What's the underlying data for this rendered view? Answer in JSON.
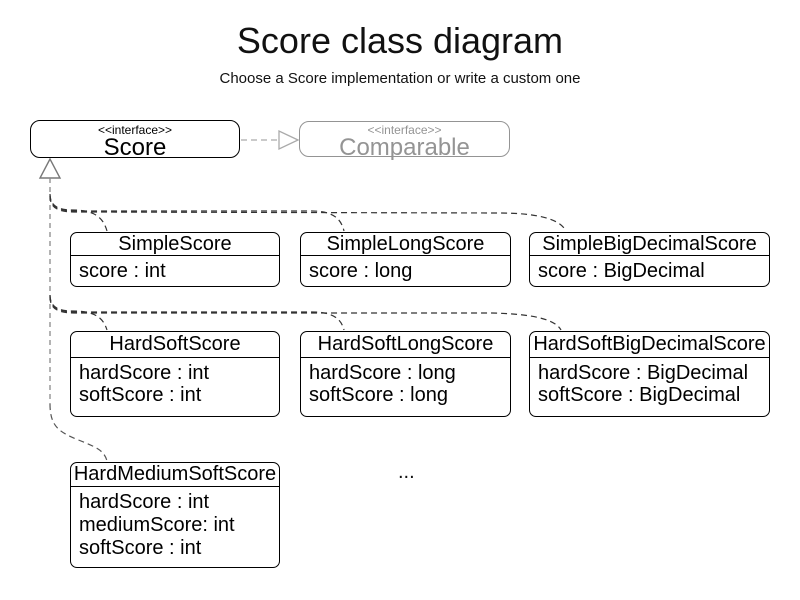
{
  "page": {
    "title": "Score class diagram",
    "subtitle": "Choose a Score implementation or write a custom one"
  },
  "interfaces": [
    {
      "stereotype": "<<interface>>",
      "name": "Score"
    },
    {
      "stereotype": "<<interface>>",
      "name": "Comparable"
    }
  ],
  "classes": [
    {
      "name": "SimpleScore",
      "attributes": [
        "score : int"
      ]
    },
    {
      "name": "SimpleLongScore",
      "attributes": [
        "score : long"
      ]
    },
    {
      "name": "SimpleBigDecimalScore",
      "attributes": [
        "score : BigDecimal"
      ]
    },
    {
      "name": "HardSoftScore",
      "attributes": [
        "hardScore : int",
        "softScore : int"
      ]
    },
    {
      "name": "HardSoftLongScore",
      "attributes": [
        "hardScore : long",
        "softScore : long"
      ]
    },
    {
      "name": "HardSoftBigDecimalScore",
      "attributes": [
        "hardScore : BigDecimal",
        "softScore : BigDecimal"
      ]
    },
    {
      "name": "HardMediumSoftScore",
      "attributes": [
        "hardScore : int",
        "mediumScore: int",
        "softScore : int"
      ]
    }
  ],
  "relationships": {
    "score_to_comparable": "realization (dashed, hollow triangle)",
    "implementations_to_score": "realization (dashed, shared hollow triangle)"
  },
  "ellipsis": "...",
  "colors": {
    "background": "#ffffff",
    "border_black": "#000000",
    "muted_gray": "#949494",
    "edge_dark": "#333333",
    "edge_gray": "#aaaaaa"
  }
}
